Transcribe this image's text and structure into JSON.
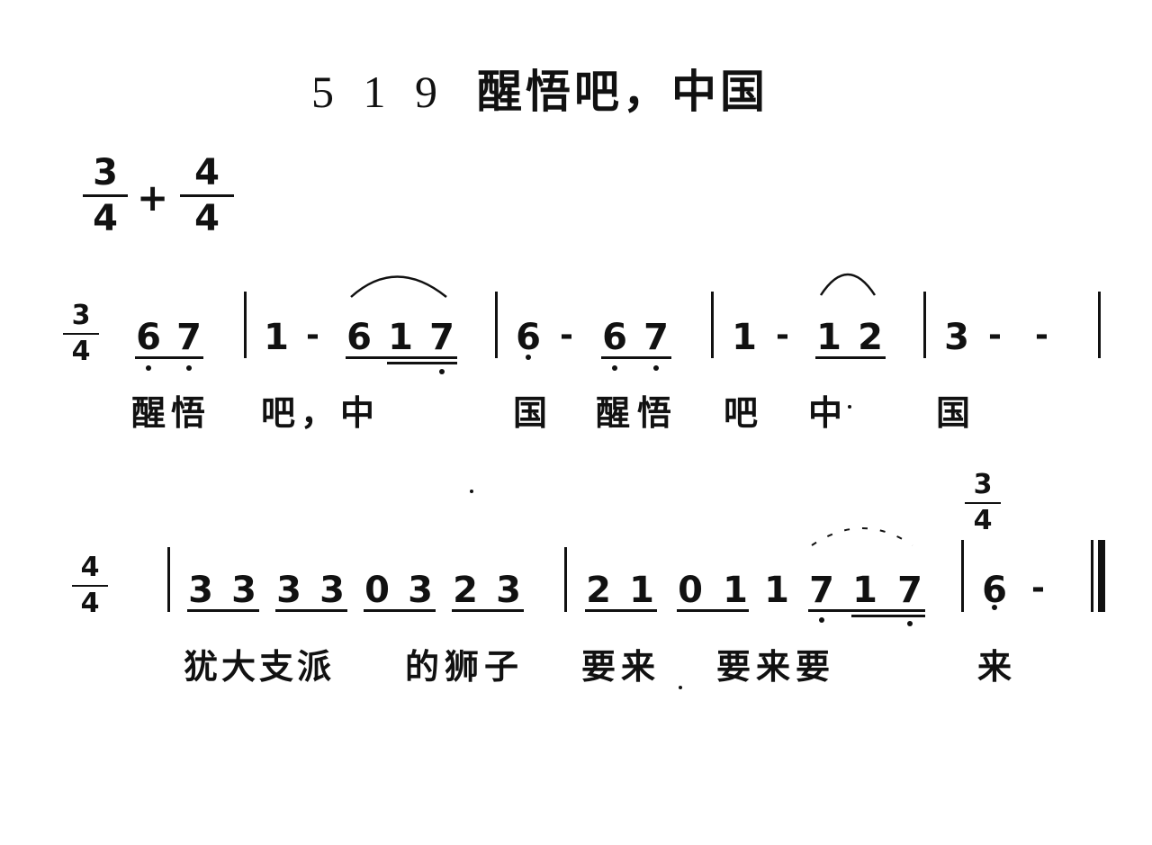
{
  "title": {
    "number": "5 1 9",
    "text": "醒悟吧，中国"
  },
  "global_time_signature": {
    "a_top": "3",
    "a_bottom": "4",
    "plus": "+",
    "b_top": "4",
    "b_bottom": "4"
  },
  "line1": {
    "ts_top": "3",
    "ts_bottom": "4",
    "notes": [
      "6",
      "7",
      "1",
      "6",
      "1",
      "7",
      "6",
      "6",
      "7",
      "1",
      "1",
      "2",
      "3"
    ],
    "dash": "-",
    "lyrics": [
      "醒悟",
      "吧，中",
      "国",
      "醒悟",
      "吧",
      "中",
      "国"
    ]
  },
  "line2": {
    "ts_top": "4",
    "ts_bottom": "4",
    "ts_change_top": "3",
    "ts_change_bottom": "4",
    "notes": [
      "3",
      "3",
      "3",
      "3",
      "0",
      "3",
      "2",
      "3",
      "2",
      "1",
      "0",
      "1",
      "1",
      "7",
      "1",
      "7",
      "6"
    ],
    "dash": "-",
    "lyrics": [
      "犹大支派",
      "的狮子",
      "要来",
      "要来要",
      "来"
    ]
  }
}
